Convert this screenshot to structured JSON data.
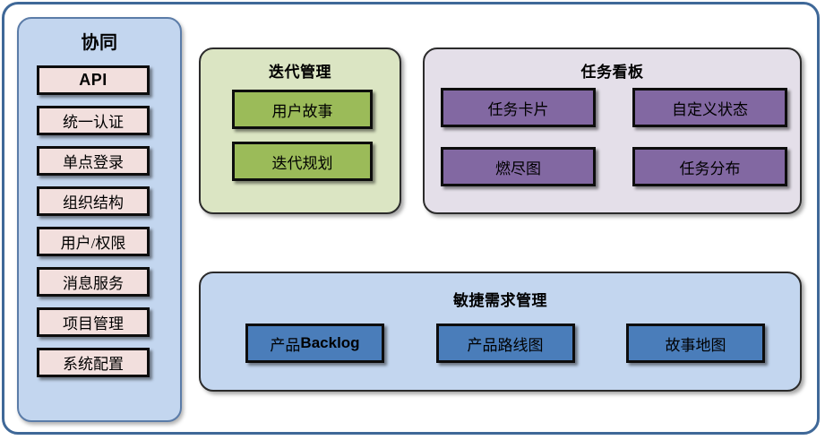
{
  "diagram": {
    "sidebar": {
      "title": "协同",
      "items": [
        {
          "label": "API",
          "style": "latin-bold"
        },
        {
          "label": "统一认证",
          "style": "cjk"
        },
        {
          "label": "单点登录",
          "style": "cjk"
        },
        {
          "label": "组织结构",
          "style": "cjk"
        },
        {
          "label": "用户/权限",
          "style": "cjk"
        },
        {
          "label": "消息服务",
          "style": "cjk"
        },
        {
          "label": "项目管理",
          "style": "cjk"
        },
        {
          "label": "系统配置",
          "style": "cjk"
        }
      ],
      "colors": {
        "panel": "#c3d6ef",
        "item": "#f2dfdd",
        "border": "#5b7ca8"
      }
    },
    "iteration_panel": {
      "title": "迭代管理",
      "items": [
        {
          "label": "用户故事"
        },
        {
          "label": "迭代规划"
        }
      ],
      "colors": {
        "panel": "#dbe5c3",
        "item": "#9bbb59"
      }
    },
    "taskboard_panel": {
      "title": "任务看板",
      "items": [
        {
          "label": "任务卡片"
        },
        {
          "label": "自定义状态"
        },
        {
          "label": "燃尽图"
        },
        {
          "label": "任务分布"
        }
      ],
      "colors": {
        "panel": "#e4dfe9",
        "item": "#8268a2"
      }
    },
    "requirements_panel": {
      "title": "敏捷需求管理",
      "items": [
        {
          "label_cjk": "产品",
          "label_latin": "Backlog"
        },
        {
          "label_cjk": "产品路线图",
          "label_latin": ""
        },
        {
          "label_cjk": "故事地图",
          "label_latin": ""
        }
      ],
      "colors": {
        "panel": "#c3d6ef",
        "item": "#4a7dba"
      }
    },
    "frame": {
      "border_color": "#3f6898"
    }
  }
}
